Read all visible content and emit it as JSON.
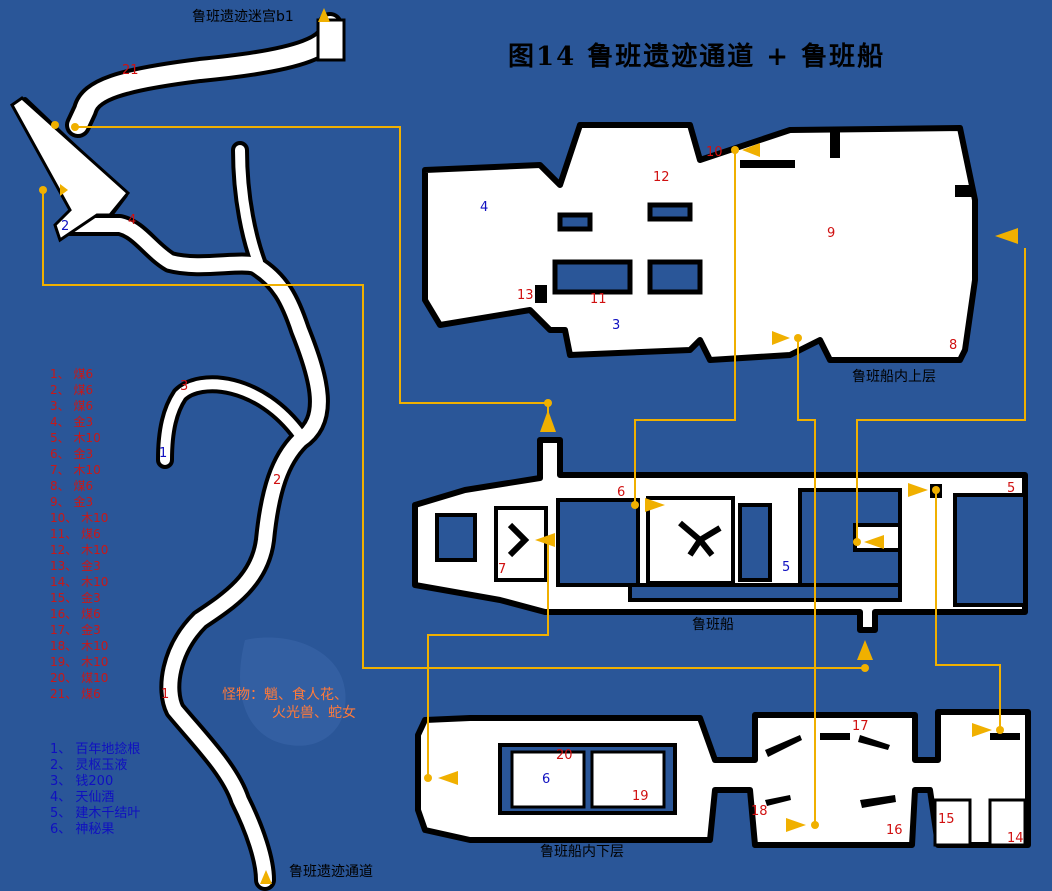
{
  "title": "图14  鲁班遗迹通道 + 鲁班船",
  "captions": {
    "maze_b1": "鲁班遗迹迷宫b1",
    "passage": "鲁班遗迹通道",
    "ship": "鲁班船",
    "ship_upper": "鲁班船内上层",
    "ship_lower": "鲁班船内下层"
  },
  "monsters": [
    "怪物：魈、食人花、",
    "火光兽、蛇女"
  ],
  "chests": [
    "1、  煤6",
    "2、  煤6",
    "3、  煤6",
    "4、  金3",
    "5、  木10",
    "6、  金3",
    "7、  木10",
    "8、  煤6",
    "9、  金3",
    "10、 木10",
    "11、 煤6",
    "12、 木10",
    "13、 金3",
    "14、 木10",
    "15、 金3",
    "16、 煤6",
    "17、 金3",
    "18、 木10",
    "19、 木10",
    "20、 煤10",
    "21、 煤6"
  ],
  "items": [
    "1、 百年地捻根",
    "2、 灵枢玉液",
    "3、 钱200",
    "4、 天仙酒",
    "5、 建木千结叶",
    "6、 神秘果"
  ],
  "map_red_numbers": [
    "1",
    "2",
    "3",
    "4",
    "5",
    "6",
    "7",
    "8",
    "9",
    "10",
    "11",
    "12",
    "13",
    "14",
    "15",
    "16",
    "17",
    "18",
    "19",
    "20",
    "21"
  ],
  "map_blue_numbers": [
    "1",
    "2",
    "3",
    "4",
    "5",
    "6"
  ],
  "colors": {
    "background": "#2a5698",
    "floor": "#ffffff",
    "wall": "#000000",
    "route": "#f0b000",
    "chest_number": "#d01010",
    "item_number": "#1010c0",
    "monster_text": "#ff7a3a"
  }
}
